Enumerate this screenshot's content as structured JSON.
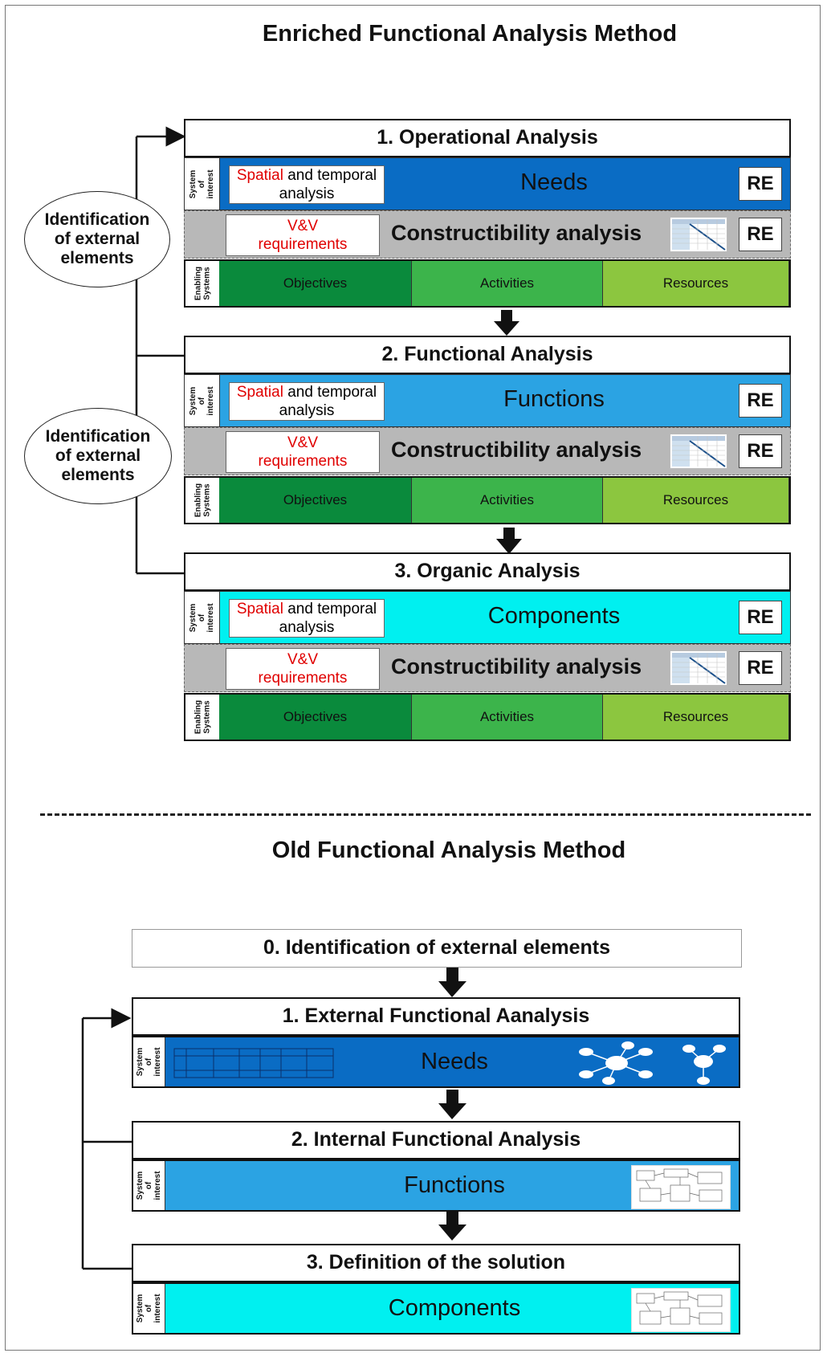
{
  "top_title": "Enriched Functional Analysis Method",
  "bottom_title": "Old Functional Analysis Method",
  "ovals": [
    "Identification of external elements",
    "Identification of external elements"
  ],
  "enriched": [
    {
      "header": "1. Operational Analysis",
      "soi_label": "System of interest",
      "spatial_red": "Spatial",
      "spatial_rest": " and temporal analysis",
      "main_label": "Needs",
      "main_color": "#0a6cc4",
      "vv_label": "V&V requirements",
      "constructibility_label": "Constructibility analysis",
      "re_label": "RE",
      "enabling_label": "Enabling Systems",
      "cells": [
        "Objectives",
        "Activities",
        "Resources"
      ]
    },
    {
      "header": "2. Functional Analysis",
      "soi_label": "System of interest",
      "spatial_red": "Spatial",
      "spatial_rest": " and temporal analysis",
      "main_label": "Functions",
      "main_color": "#2ba3e3",
      "vv_label": "V&V requirements",
      "constructibility_label": "Constructibility analysis",
      "re_label": "RE",
      "enabling_label": "Enabling Systems",
      "cells": [
        "Objectives",
        "Activities",
        "Resources"
      ]
    },
    {
      "header": "3. Organic Analysis",
      "soi_label": "System of interest",
      "spatial_red": "Spatial",
      "spatial_rest": " and temporal analysis",
      "main_label": "Components",
      "main_color": "#00f0f0",
      "vv_label": "V&V requirements",
      "constructibility_label": "Constructibility analysis",
      "re_label": "RE",
      "enabling_label": "Enabling Systems",
      "cells": [
        "Objectives",
        "Activities",
        "Resources"
      ]
    }
  ],
  "cell_colors": [
    "#0a8a3c",
    "#3cb44b",
    "#8cc63f"
  ],
  "old": {
    "step0": "0. Identification of external elements",
    "steps": [
      {
        "header": "1. External Functional Aanalysis",
        "soi_label": "System of interest",
        "main_label": "Needs",
        "main_color": "#0a6cc4"
      },
      {
        "header": "2. Internal Functional Analysis",
        "soi_label": "System of interest",
        "main_label": "Functions",
        "main_color": "#2ba3e3"
      },
      {
        "header": "3. Definition of the solution",
        "soi_label": "System of interest",
        "main_label": "Components",
        "main_color": "#00f0f0"
      }
    ]
  }
}
